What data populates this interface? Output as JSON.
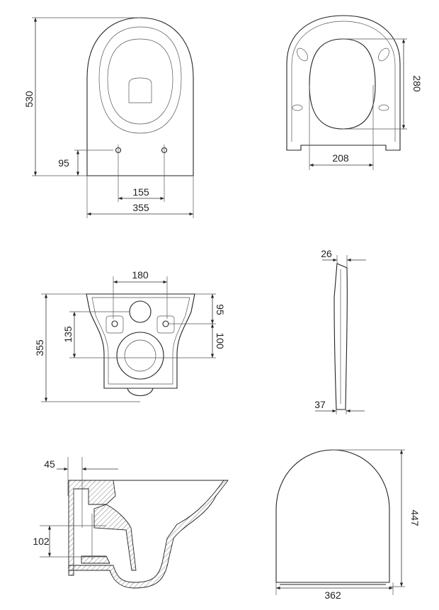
{
  "drawing": {
    "top_view": {
      "height": "530",
      "hole_height": "95",
      "hole_spacing": "155",
      "width": "355"
    },
    "seat_top_view": {
      "opening_length": "280",
      "opening_width": "208"
    },
    "rear_view": {
      "bolt_spacing": "180",
      "height": "355",
      "outlet_height": "135",
      "top_to_bolt": "95",
      "bolt_to_outlet": "100"
    },
    "seat_side_view": {
      "top_thickness": "26",
      "bottom_thickness": "37"
    },
    "section_view": {
      "wall_offset": "45",
      "outlet_diameter": "102"
    },
    "seat_front_view": {
      "length": "447",
      "width": "362"
    }
  }
}
